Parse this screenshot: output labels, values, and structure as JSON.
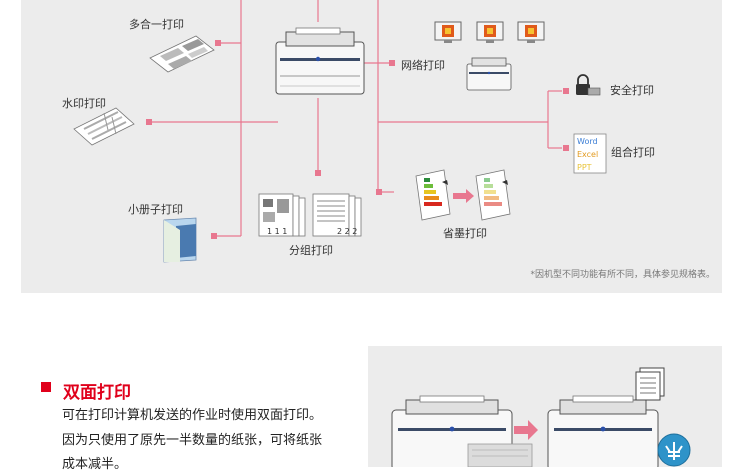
{
  "diagram": {
    "labels": {
      "multi_in_one": "多合一打印",
      "watermark": "水印打印",
      "booklet": "小册子打印",
      "group": "分组打印",
      "network": "网络打印",
      "secure": "安全打印",
      "form": "组合打印",
      "toner_save": "省墨打印"
    },
    "form_words": [
      "Word",
      "Excel",
      "PPT"
    ],
    "group_digits_left": "1 1 1",
    "group_digits_right": "2 2 2",
    "footnote": "*因机型不同功能有所不同，具体参见规格表。",
    "colors": {
      "connector": "#e8778f",
      "panel": "#ececec",
      "word": "#3d7fd6",
      "excel": "#e29a1f",
      "ppt": "#e9c43a"
    }
  },
  "duplex": {
    "title": "双面打印",
    "lines": [
      "可在打印计算机发送的作业时使用双面打印。",
      "因为只使用了原先一半数量的纸张，可将纸张",
      "成本减半。"
    ],
    "accent": "#e0001b"
  }
}
